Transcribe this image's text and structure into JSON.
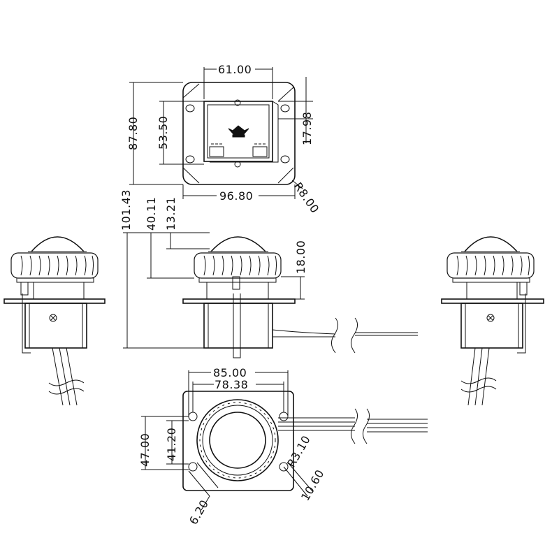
{
  "dimensions": {
    "top_width_inner": "61.00",
    "top_height_outer": "87.80",
    "top_height_inner": "53.50",
    "top_side_offset": "17.98",
    "top_width_outer": "96.80",
    "corner_radius": "R8.00",
    "side_total_height": "101.43",
    "side_mid_height": "40.11",
    "side_dome_height": "13.21",
    "side_cap_height": "18.00",
    "bottom_width_outer": "85.00",
    "bottom_width_holes": "78.38",
    "bottom_height_outer": "47.00",
    "bottom_height_holes": "41.20",
    "hole_radius": "R3.10",
    "hole_spacing": "10.60",
    "hole_diameter": "6.20"
  }
}
